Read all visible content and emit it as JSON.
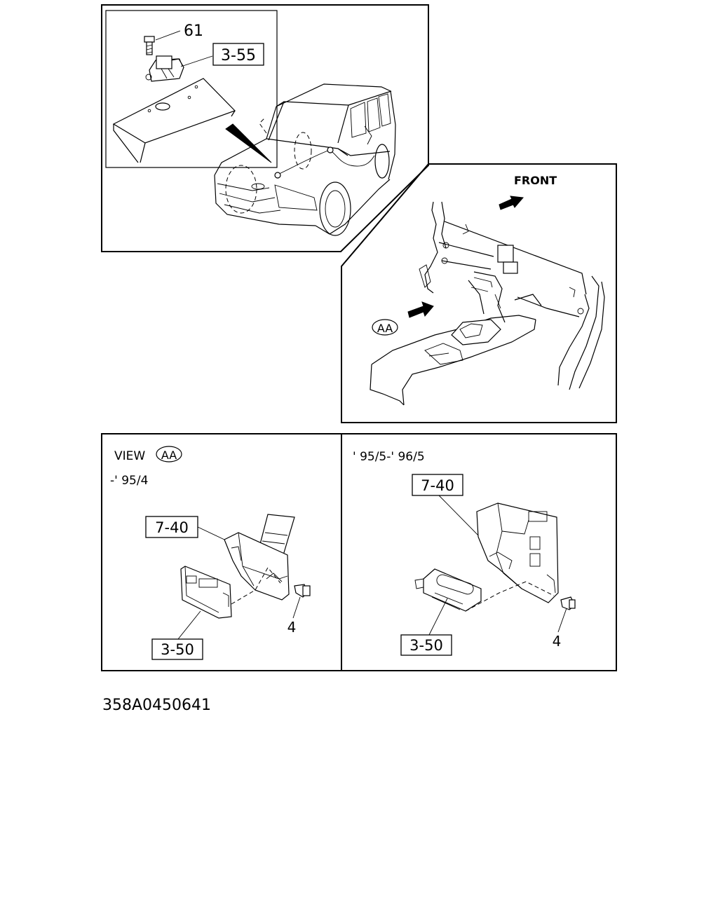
{
  "panel_1": {
    "callout_bolt": "61",
    "callout_sensor": "3-55"
  },
  "panel_2": {
    "front_label": "FRONT",
    "view_marker": "AA"
  },
  "panel_3": {
    "view_prefix": "VIEW",
    "view_marker": "AA",
    "period": "-' 95/4",
    "callout_bracket": "7-40",
    "callout_unit": "3-50",
    "callout_bolt": "4"
  },
  "panel_4": {
    "period": "' 95/5-' 96/5",
    "callout_bracket": "7-40",
    "callout_unit": "3-50",
    "callout_bolt": "4"
  },
  "figure_code": "358A0450641"
}
